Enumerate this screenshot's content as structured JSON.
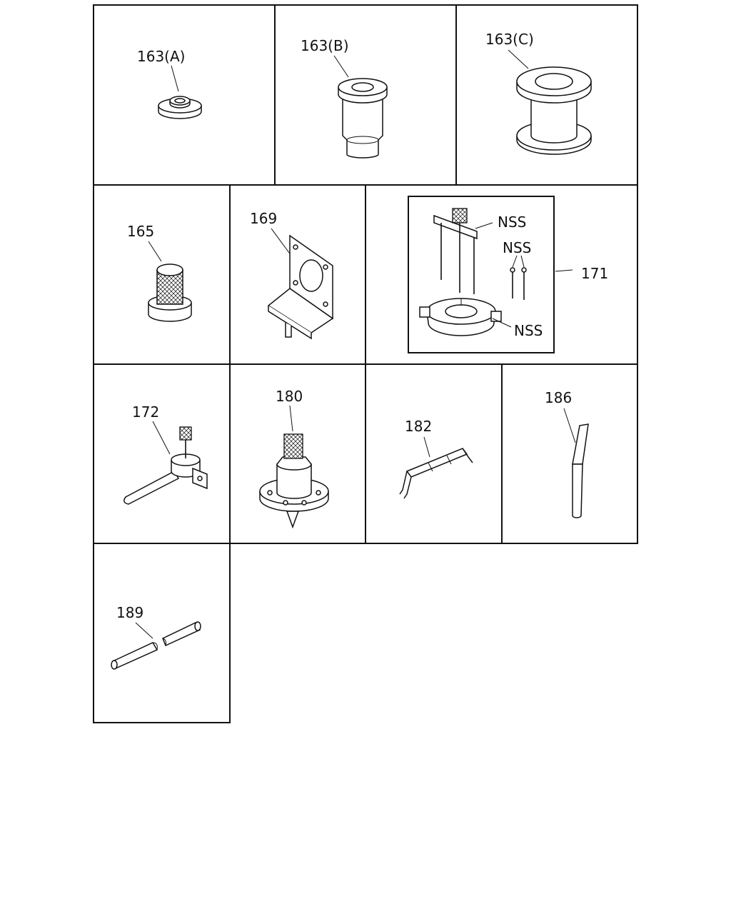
{
  "parts": {
    "p163a": "163(A)",
    "p163b": "163(B)",
    "p163c": "163(C)",
    "p165": "165",
    "p169": "169",
    "p171": "171",
    "nss1": "NSS",
    "nss2": "NSS",
    "nss3": "NSS",
    "p172": "172",
    "p180": "180",
    "p182": "182",
    "p186": "186",
    "p189": "189"
  }
}
